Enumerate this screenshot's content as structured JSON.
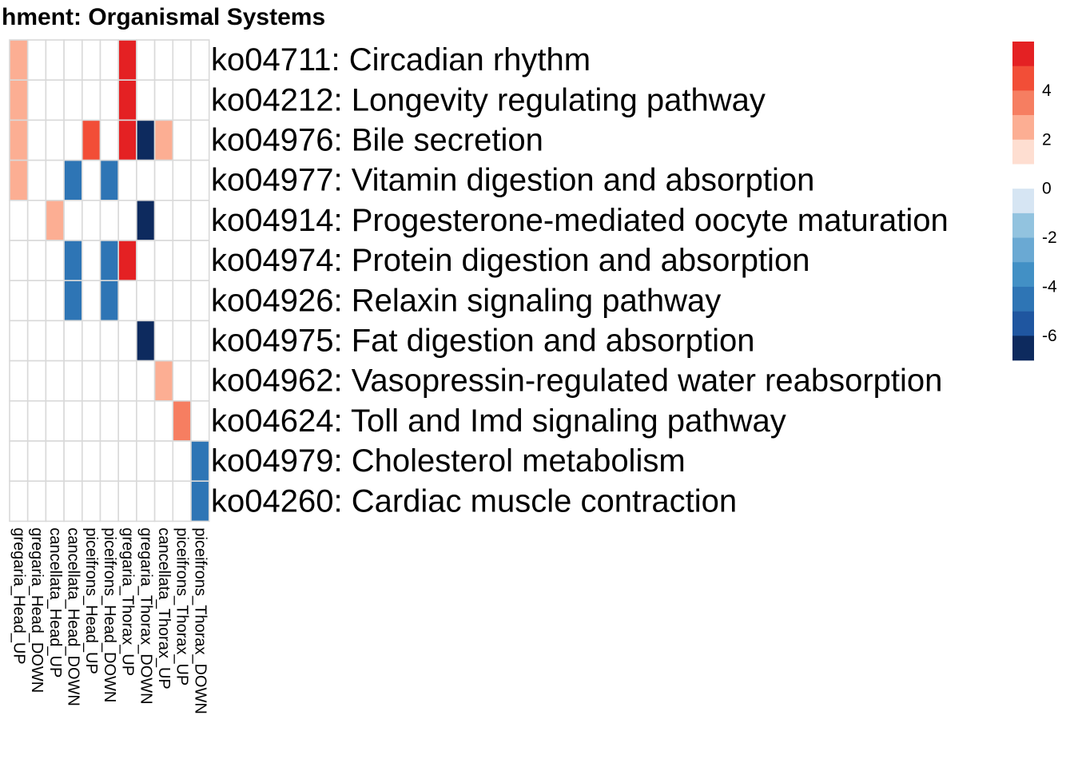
{
  "chart_data": {
    "type": "heatmap",
    "title": "hment: Organismal Systems",
    "columns": [
      "gregaria_Head_UP",
      "gregaria_Head_DOWN",
      "cancellata_Head_UP",
      "cancellata_Head_DOWN",
      "piceifrons_Head_UP",
      "piceifrons_Head_DOWN",
      "gregaria_Thorax_UP",
      "gregaria_Thorax_DOWN",
      "cancellata_Thorax_UP",
      "piceifrons_Thorax_UP",
      "piceifrons_Thorax_DOWN"
    ],
    "rows": [
      "ko04711: Circadian rhythm",
      "ko04212: Longevity regulating pathway",
      "ko04976: Bile secretion",
      "ko04977: Vitamin digestion and absorption",
      "ko04914: Progesterone-mediated oocyte maturation",
      "ko04974: Protein digestion and absorption",
      "ko04926: Relaxin signaling pathway",
      "ko04975: Fat digestion and absorption",
      "ko04962: Vasopressin-regulated water reabsorption",
      "ko04624: Toll and Imd signaling pathway",
      "ko04979: Cholesterol metabolism",
      "ko04260: Cardiac muscle contraction"
    ],
    "values": [
      [
        3,
        0,
        0,
        0,
        0,
        0,
        5.5,
        0,
        0,
        0,
        0
      ],
      [
        3,
        0,
        0,
        0,
        0,
        0,
        5.5,
        0,
        0,
        0,
        0
      ],
      [
        3,
        0,
        0,
        0,
        5,
        0,
        5.5,
        -6.5,
        3,
        0,
        0
      ],
      [
        3,
        0,
        0,
        -4,
        0,
        -4,
        0,
        0,
        0,
        0,
        0
      ],
      [
        0,
        0,
        3,
        0,
        0,
        0,
        0,
        -6.5,
        0,
        0,
        0
      ],
      [
        0,
        0,
        0,
        -4,
        0,
        -4,
        5.5,
        0,
        0,
        0,
        0
      ],
      [
        0,
        0,
        0,
        -4,
        0,
        -4,
        0,
        0,
        0,
        0,
        0
      ],
      [
        0,
        0,
        0,
        0,
        0,
        0,
        0,
        -6.5,
        0,
        0,
        0
      ],
      [
        0,
        0,
        0,
        0,
        0,
        0,
        0,
        0,
        3,
        0,
        0
      ],
      [
        0,
        0,
        0,
        0,
        0,
        0,
        0,
        0,
        0,
        4,
        0
      ],
      [
        0,
        0,
        0,
        0,
        0,
        0,
        0,
        0,
        0,
        0,
        -4
      ],
      [
        0,
        0,
        0,
        0,
        0,
        0,
        0,
        0,
        0,
        0,
        -4
      ]
    ],
    "legend": {
      "ticks": [
        "4",
        "2",
        "0",
        "-2",
        "-4",
        "-6"
      ],
      "breaks": [
        6,
        5,
        4,
        3,
        2,
        1,
        0,
        -1,
        -2,
        -3,
        -4,
        -5,
        -6,
        -7
      ],
      "colors": [
        "#E42123",
        "#F24E37",
        "#F67E61",
        "#FCAE93",
        "#FEDED1",
        "#FFFFFF",
        "#D6E5F3",
        "#92C3DF",
        "#6AA9D3",
        "#4290C5",
        "#2E75B5",
        "#1F56A0",
        "#0D2A5E"
      ]
    },
    "grid": true,
    "legend_position": "right"
  }
}
